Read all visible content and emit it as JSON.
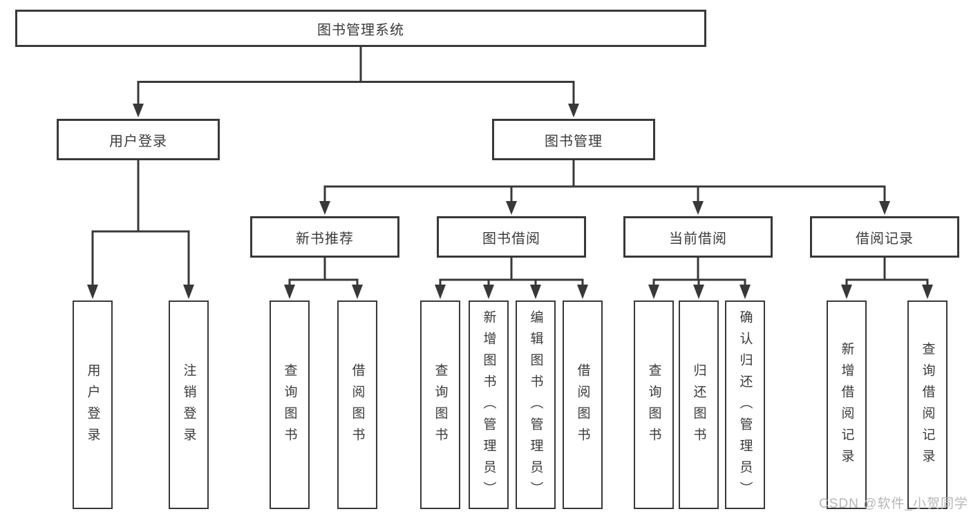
{
  "tree": {
    "root": {
      "label": "图书管理系统"
    },
    "children": [
      {
        "node": {
          "label": "用户登录"
        },
        "children": [
          {
            "label": "用户登录"
          },
          {
            "label": "注销登录"
          }
        ]
      },
      {
        "node": {
          "label": "图书管理"
        },
        "children": [
          {
            "node": {
              "label": "新书推荐"
            },
            "children": [
              {
                "label": "查询图书"
              },
              {
                "label": "借阅图书"
              }
            ]
          },
          {
            "node": {
              "label": "图书借阅"
            },
            "children": [
              {
                "label": "查询图书"
              },
              {
                "label": "新增图书（管理员）"
              },
              {
                "label": "编辑图书（管理员）"
              },
              {
                "label": "借阅图书"
              }
            ]
          },
          {
            "node": {
              "label": "当前借阅"
            },
            "children": [
              {
                "label": "查询图书"
              },
              {
                "label": "归还图书"
              },
              {
                "label": "确认归还（管理员）"
              }
            ]
          },
          {
            "node": {
              "label": "借阅记录"
            },
            "children": [
              {
                "label": "新增借阅记录"
              },
              {
                "label": "查询借阅记录"
              }
            ]
          }
        ]
      }
    ]
  },
  "watermark": {
    "text": "CSDN @软件_小贺同学"
  },
  "colors": {
    "line": "#383838",
    "text": "#3a3a3a",
    "watermark": "#b6b6b6",
    "background": "#ffffff"
  }
}
